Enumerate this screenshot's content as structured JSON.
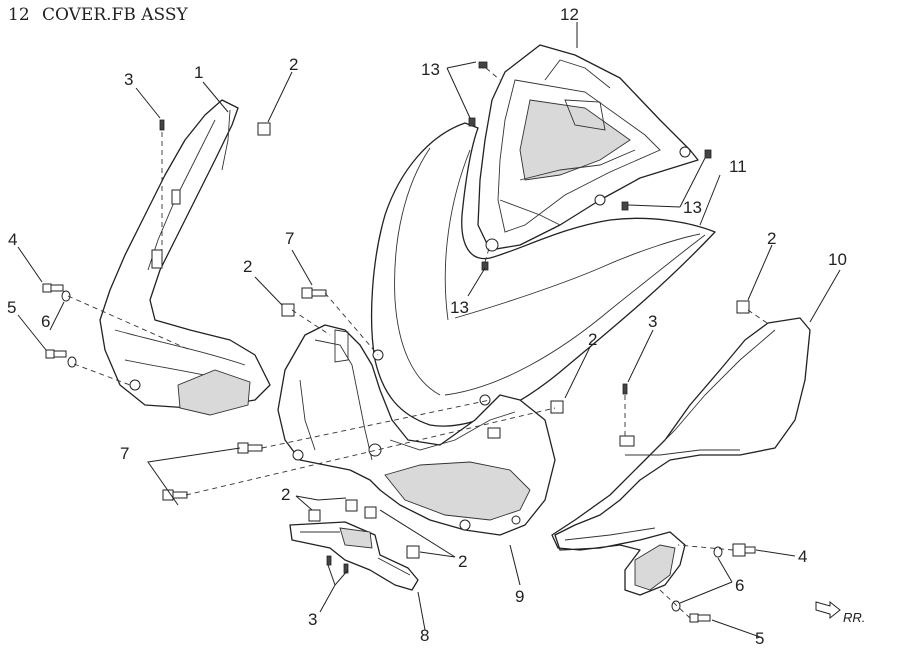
{
  "header": {
    "page_number": "12",
    "title": "COVER.FB ASSY"
  },
  "callouts": {
    "c1": "1",
    "c2a": "2",
    "c3a": "3",
    "c4a": "4",
    "c5a": "5",
    "c6a": "6",
    "c7a": "7",
    "c2b": "2",
    "c7b": "7",
    "c2c": "2",
    "c3b": "3",
    "c8": "8",
    "c2d": "2",
    "c9": "9",
    "c2e": "2",
    "c13a": "13",
    "c12": "12",
    "c13b": "13",
    "c11": "11",
    "c13c": "13",
    "c2f": "2",
    "c10": "10",
    "c3c": "3",
    "c4b": "4",
    "c6b": "6",
    "c5b": "5"
  },
  "direction_note": "RR."
}
